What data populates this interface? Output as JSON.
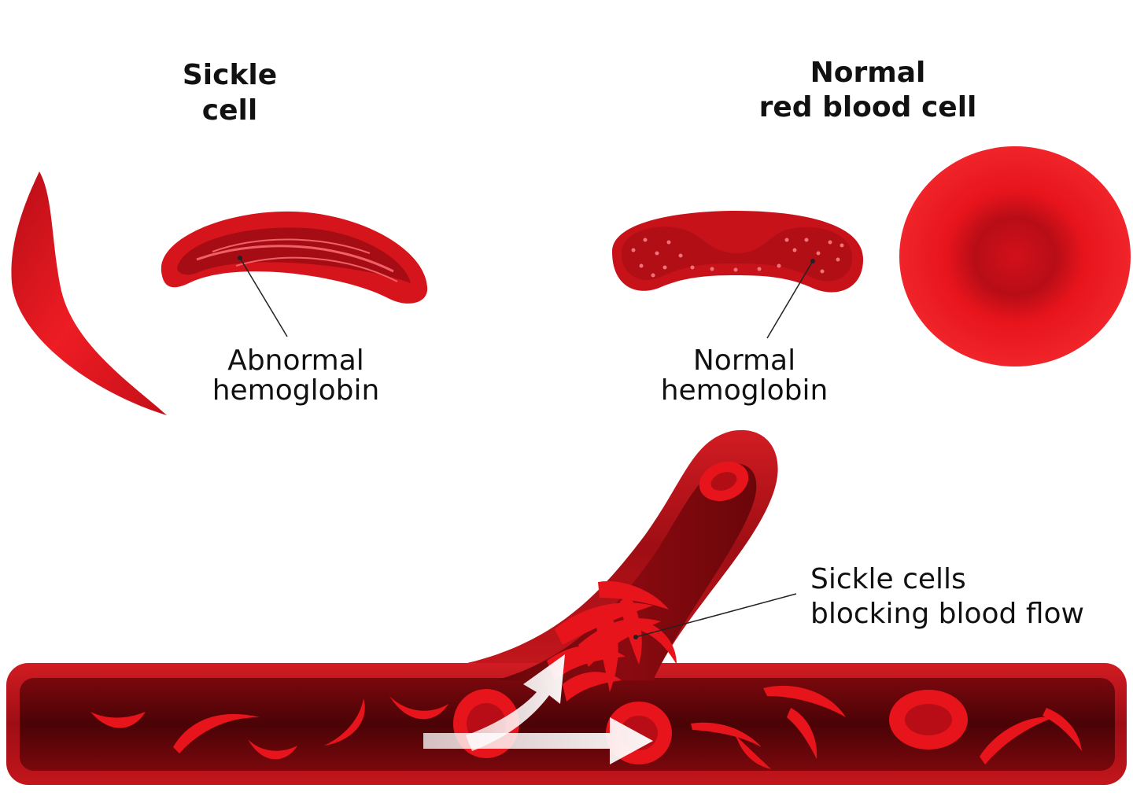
{
  "headings": {
    "sickle_line1": "Sickle",
    "sickle_line2": "cell",
    "normal_line1": "Normal",
    "normal_line2": "red blood cell"
  },
  "labels": {
    "abnormal_line1": "Abnormal",
    "abnormal_line2": "hemoglobin",
    "normal_hb_line1": "Normal",
    "normal_hb_line2": "hemoglobin",
    "blocking_line1": "Sickle cells",
    "blocking_line2": "blocking blood flow"
  },
  "colors": {
    "cell_red": "#e8141c",
    "vessel_dark": "#5a0508",
    "vessel_wall": "#b3121a",
    "arrow": "#e6e6e6"
  }
}
